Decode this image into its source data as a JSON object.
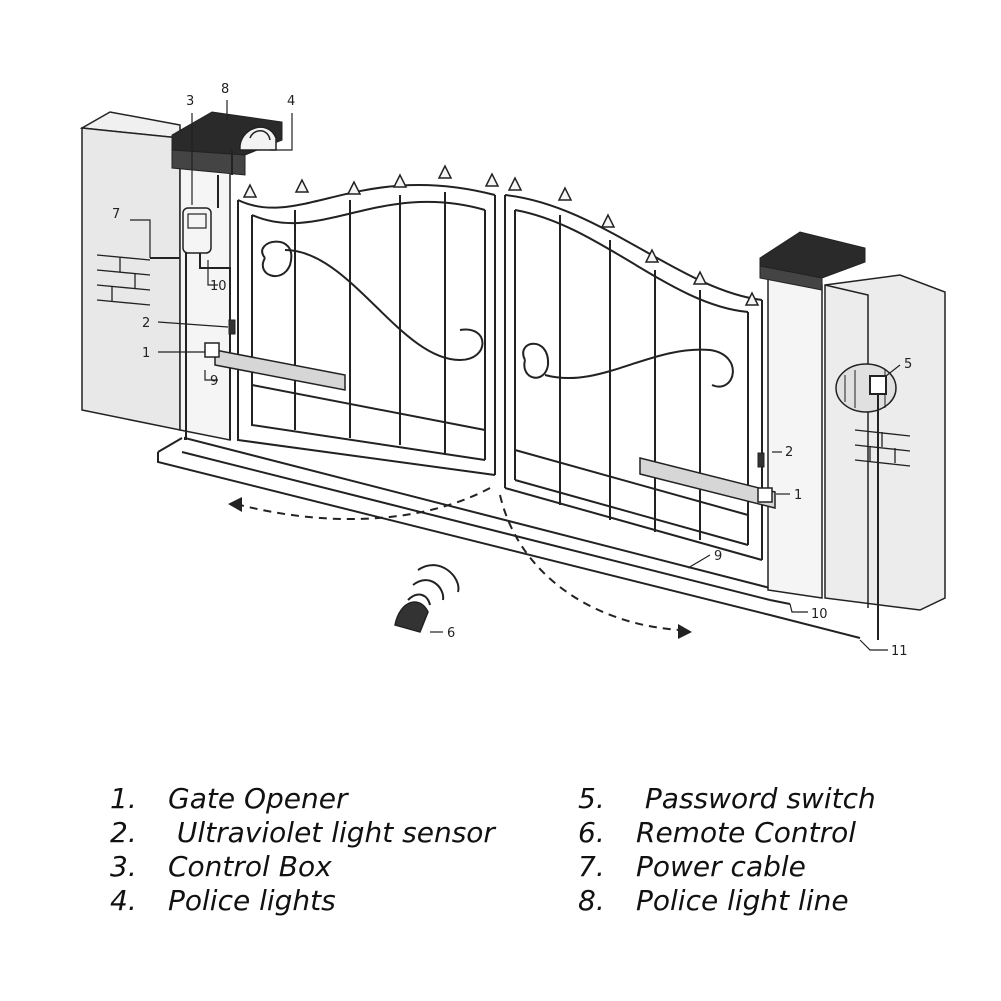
{
  "callouts": {
    "c1_left": "1",
    "c1_right": "1",
    "c2_left": "2",
    "c2_right": "2",
    "c3": "3",
    "c4": "4",
    "c5": "5",
    "c6": "6",
    "c7": "7",
    "c8": "8",
    "c9_left": "9",
    "c9_bottom": "9",
    "c10_left": "10",
    "c10_right": "10",
    "c11": "11"
  },
  "legend": {
    "left": [
      {
        "num": "1.",
        "label": "Gate Opener"
      },
      {
        "num": "2.",
        "label": " Ultraviolet light sensor"
      },
      {
        "num": "3.",
        "label": "Control Box"
      },
      {
        "num": "4.",
        "label": "Police lights"
      }
    ],
    "right": [
      {
        "num": "5.",
        "label": " Password switch"
      },
      {
        "num": "6.",
        "label": "Remote Control"
      },
      {
        "num": "7.",
        "label": "Power cable"
      },
      {
        "num": "8.",
        "label": "Police light line"
      }
    ]
  },
  "colors": {
    "line": "#222222",
    "pillar_fill": "#ececec",
    "cap_fill": "#2a2a2a",
    "opener_fill": "#d6d6d6"
  }
}
